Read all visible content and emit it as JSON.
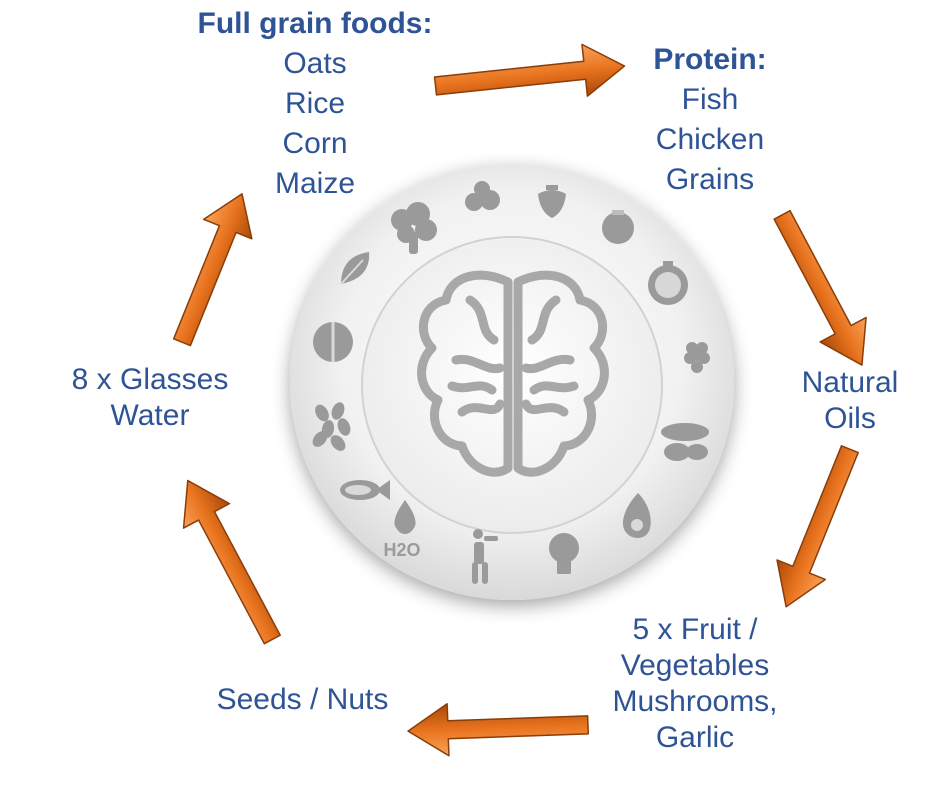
{
  "labels": {
    "grain": {
      "head": "Full grain foods:",
      "items": [
        "Oats",
        "Rice",
        "Corn",
        "Maize"
      ]
    },
    "protein": {
      "head": "Protein:",
      "items": [
        "Fish",
        "Chicken",
        "Grains"
      ]
    },
    "oils": {
      "items": [
        "Natural",
        "Oils"
      ]
    },
    "fruit": {
      "items": [
        "5 x Fruit /",
        "Vegetables",
        "Mushrooms,",
        "Garlic"
      ]
    },
    "seeds": {
      "items": [
        "Seeds / Nuts"
      ]
    },
    "water": {
      "items": [
        "8 x Glasses",
        "Water"
      ]
    }
  },
  "plate_icons": [
    "broccoli-icon",
    "blueberries-icon",
    "strawberry-icon",
    "tomato-icon",
    "pomegranate-icon",
    "raspberry-icon",
    "peanut-icon",
    "avocado-icon",
    "lightbulb-icon",
    "exercise-icon",
    "water-drop-icon",
    "fish-icon",
    "seeds-icon",
    "walnut-icon",
    "spinach-icon"
  ],
  "plate_icon_text": {
    "water": "H2O"
  },
  "colors": {
    "text": "#2f5496",
    "arrow": "#e8731e",
    "arrow_dark": "#9a4208",
    "icon": "#9a9a9a",
    "brain": "#a8a8a8"
  }
}
